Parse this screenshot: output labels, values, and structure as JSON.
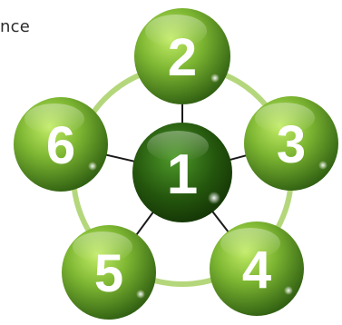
{
  "corner_text": "nce",
  "diagram": {
    "center": {
      "label": "1"
    },
    "nodes": [
      {
        "label": "2"
      },
      {
        "label": "3"
      },
      {
        "label": "4"
      },
      {
        "label": "5"
      },
      {
        "label": "6"
      }
    ]
  },
  "colors": {
    "ring": "#b5d77c",
    "sphere_light": "#b6e05a",
    "sphere_mid": "#6fa72a",
    "sphere_dark": "#2e5d11",
    "center_light": "#5fae35",
    "center_dark": "#143806",
    "connector": "#1a1a1a",
    "number": "#ffffff"
  }
}
